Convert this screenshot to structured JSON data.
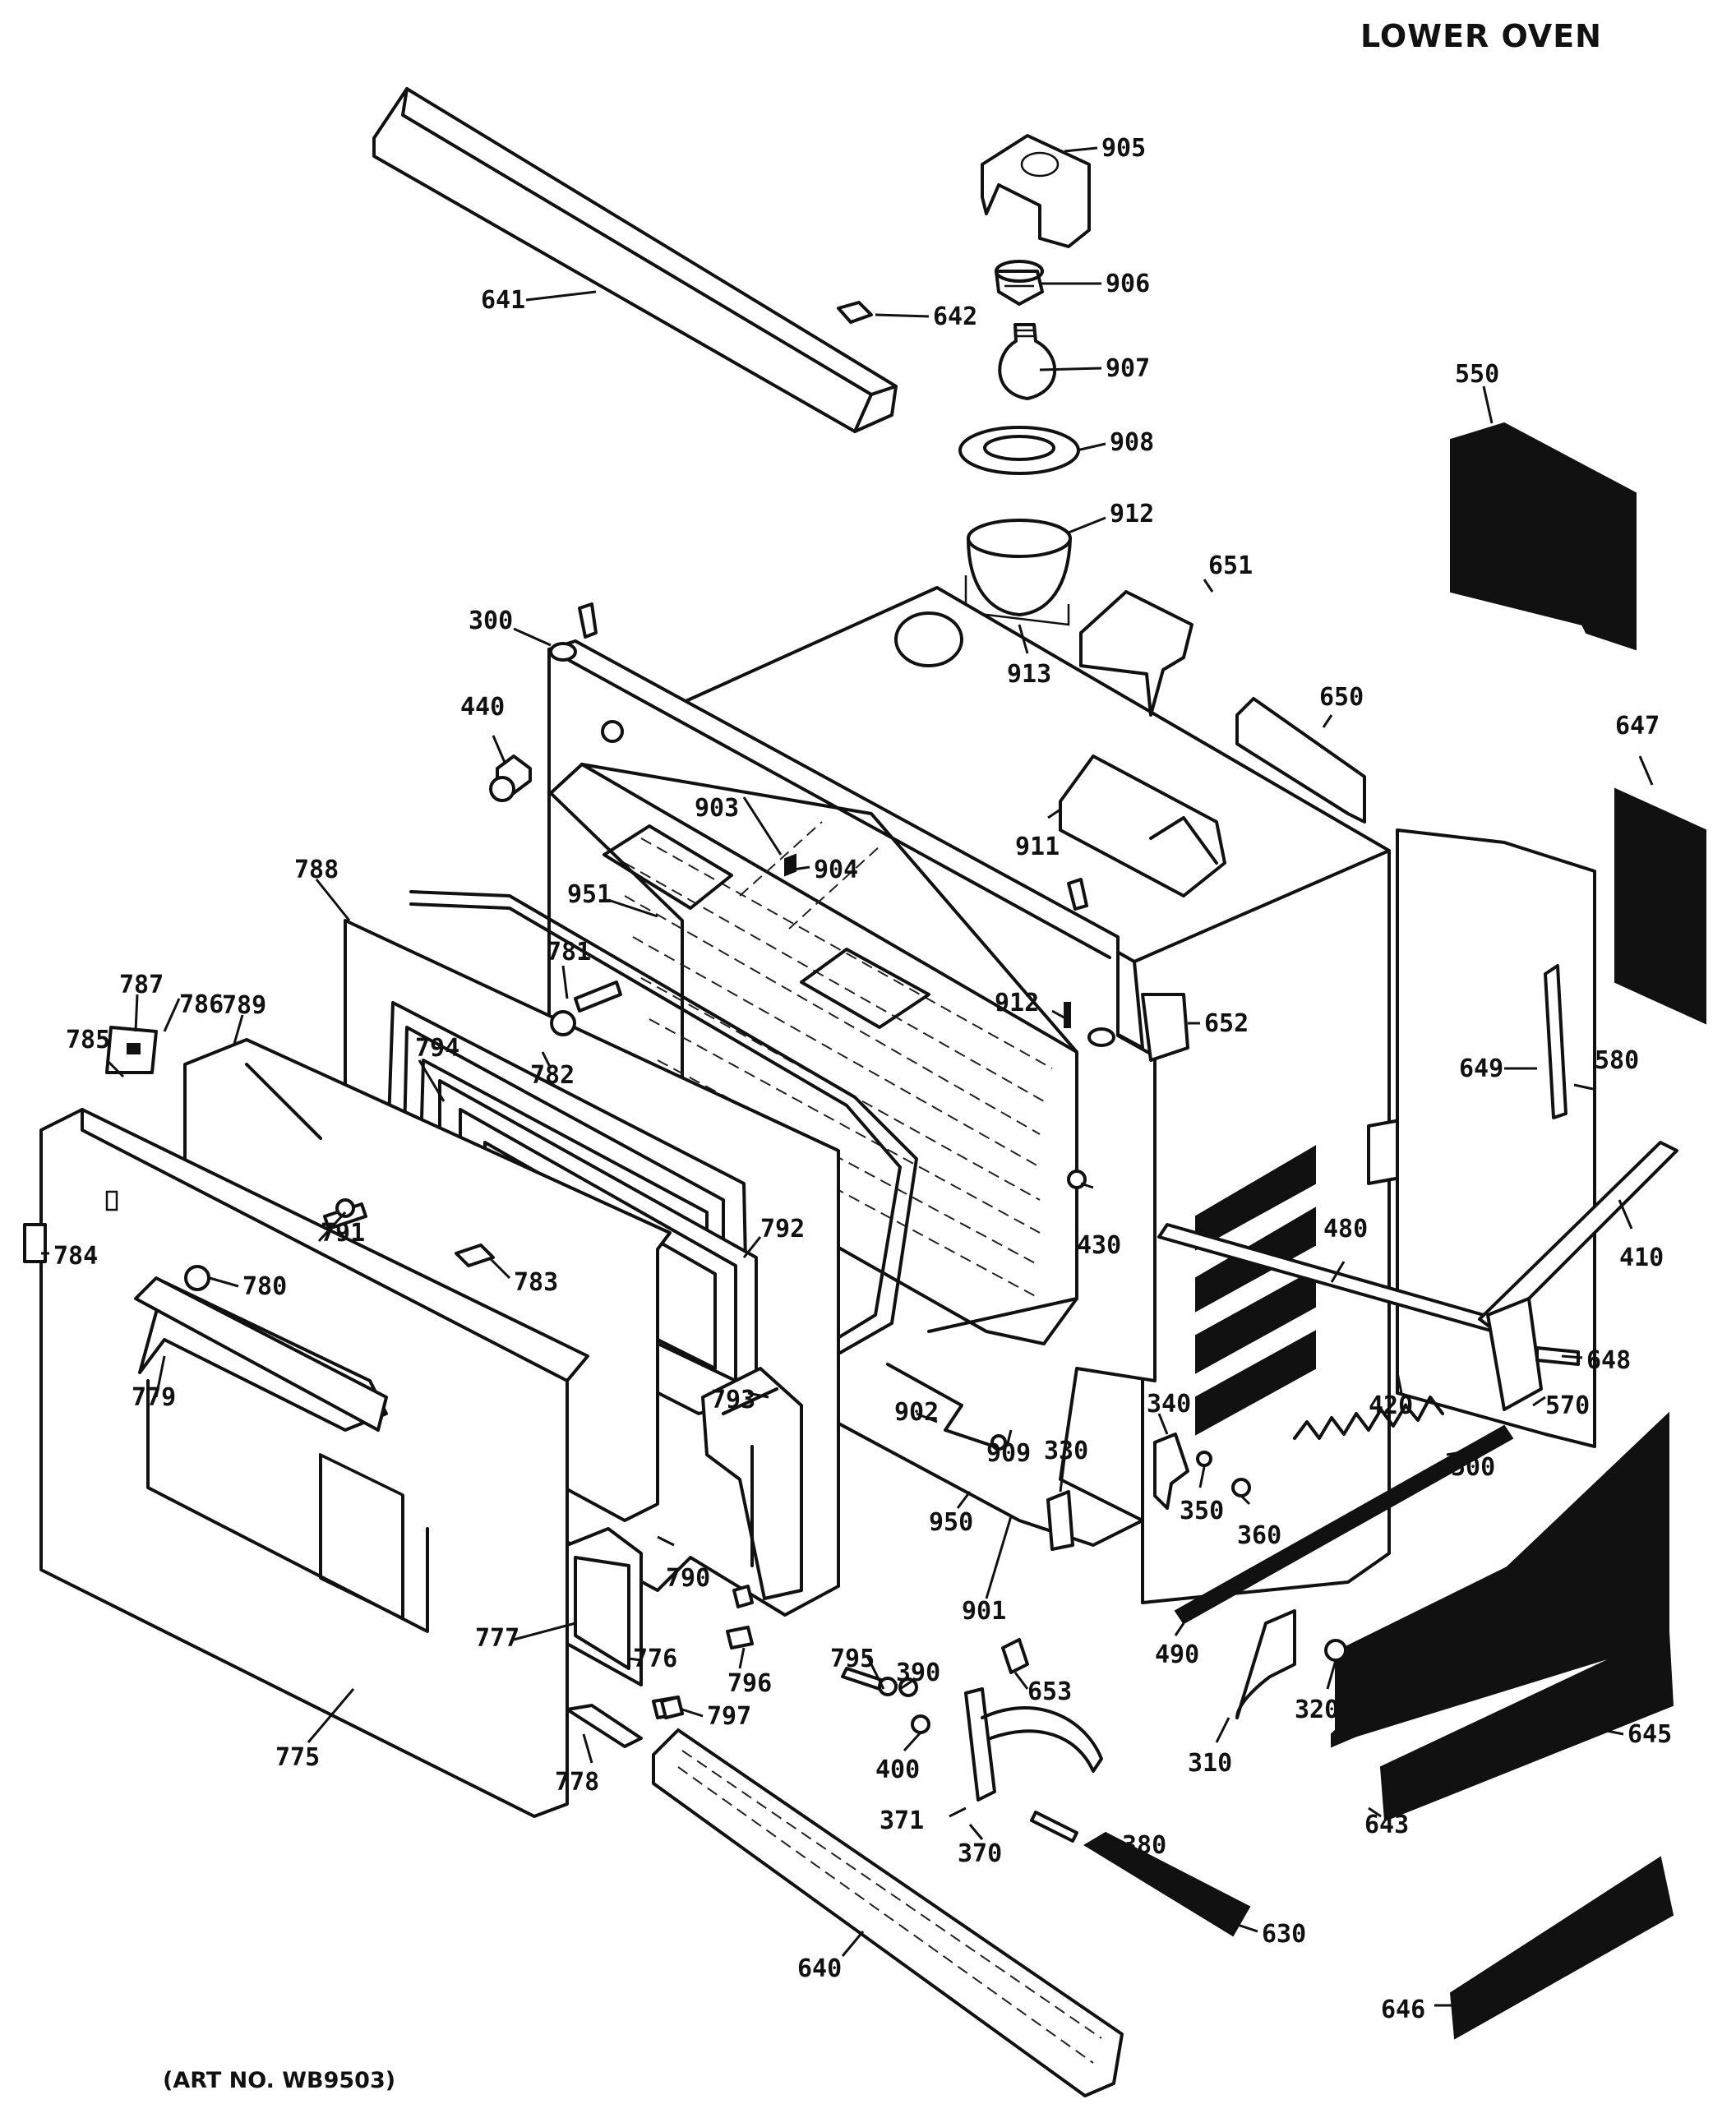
{
  "header": {
    "title": "LOWER OVEN"
  },
  "footer": {
    "art_number": "(ART NO. WB9503)"
  },
  "parts": [
    {
      "label": "905"
    },
    {
      "label": "906"
    },
    {
      "label": "907"
    },
    {
      "label": "908"
    },
    {
      "label": "912"
    },
    {
      "label": "913"
    },
    {
      "label": "641"
    },
    {
      "label": "642"
    },
    {
      "label": "550"
    },
    {
      "label": "651"
    },
    {
      "label": "300"
    },
    {
      "label": "440"
    },
    {
      "label": "650"
    },
    {
      "label": "647"
    },
    {
      "label": "903"
    },
    {
      "label": "911"
    },
    {
      "label": "904"
    },
    {
      "label": "788"
    },
    {
      "label": "951"
    },
    {
      "label": "781"
    },
    {
      "label": "787"
    },
    {
      "label": "786"
    },
    {
      "label": "789"
    },
    {
      "label": "785"
    },
    {
      "label": "782"
    },
    {
      "label": "912"
    },
    {
      "label": "652"
    },
    {
      "label": "649"
    },
    {
      "label": "580"
    },
    {
      "label": "794"
    },
    {
      "label": "784"
    },
    {
      "label": "791"
    },
    {
      "label": "792"
    },
    {
      "label": "430"
    },
    {
      "label": "480"
    },
    {
      "label": "410"
    },
    {
      "label": "780"
    },
    {
      "label": "783"
    },
    {
      "label": "648"
    },
    {
      "label": "779"
    },
    {
      "label": "420"
    },
    {
      "label": "570"
    },
    {
      "label": "793"
    },
    {
      "label": "340"
    },
    {
      "label": "330"
    },
    {
      "label": "902"
    },
    {
      "label": "909"
    },
    {
      "label": "500"
    },
    {
      "label": "350"
    },
    {
      "label": "360"
    },
    {
      "label": "950"
    },
    {
      "label": "790"
    },
    {
      "label": "901"
    },
    {
      "label": "490"
    },
    {
      "label": "777"
    },
    {
      "label": "795"
    },
    {
      "label": "776"
    },
    {
      "label": "796"
    },
    {
      "label": "390"
    },
    {
      "label": "653"
    },
    {
      "label": "320"
    },
    {
      "label": "645"
    },
    {
      "label": "775"
    },
    {
      "label": "797"
    },
    {
      "label": "310"
    },
    {
      "label": "400"
    },
    {
      "label": "778"
    },
    {
      "label": "371"
    },
    {
      "label": "380"
    },
    {
      "label": "643"
    },
    {
      "label": "370"
    },
    {
      "label": "630"
    },
    {
      "label": "640"
    },
    {
      "label": "646"
    }
  ]
}
